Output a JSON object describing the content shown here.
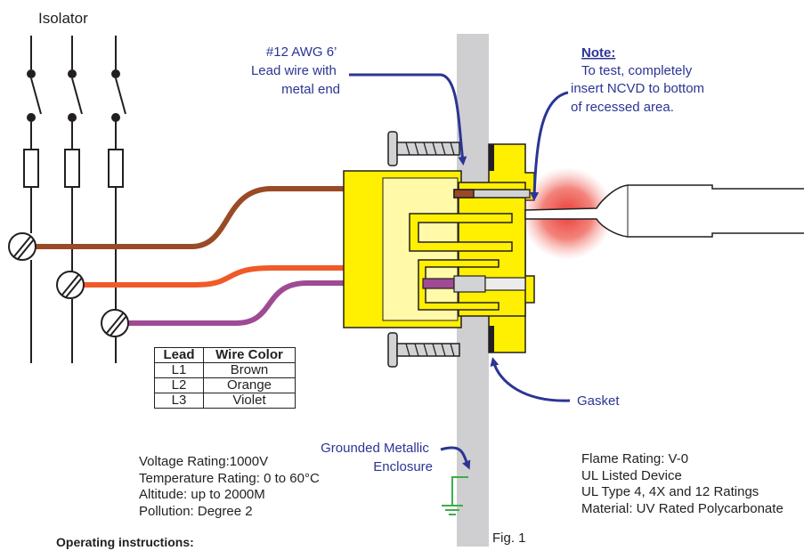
{
  "labels": {
    "isolator": "Isolator",
    "lead_wire": [
      "#12 AWG 6’",
      "Lead wire with",
      "metal end"
    ],
    "note_title": "Note:",
    "note_lines": [
      "To test, completely",
      "insert NCVD to bottom",
      "of recessed area."
    ],
    "gasket": "Gasket",
    "grounded": [
      "Grounded Metallic",
      "Enclosure"
    ],
    "fig": "Fig. 1",
    "operating": "Operating instructions:"
  },
  "table": {
    "headers": [
      "Lead",
      "Wire Color"
    ],
    "rows": [
      [
        "L1",
        "Brown"
      ],
      [
        "L2",
        "Orange"
      ],
      [
        "L3",
        "Violet"
      ]
    ]
  },
  "ratings_left": [
    "Voltage Rating:1000V",
    "Temperature Rating: 0 to 60°C",
    "Altitude: up to 2000M",
    "Pollution: Degree 2"
  ],
  "ratings_right": [
    "Flame Rating: V-0",
    "UL Listed Device",
    "UL Type 4, 4X and 12 Ratings",
    "Material: UV Rated Polycarbonate"
  ],
  "colors": {
    "brown": "#9a4a26",
    "orange": "#f05a28",
    "violet": "#9e4a94",
    "yellow": "#ffef00",
    "arrow": "#2b3594",
    "ground": "#3cae49",
    "wall": "#cfcfd1"
  }
}
